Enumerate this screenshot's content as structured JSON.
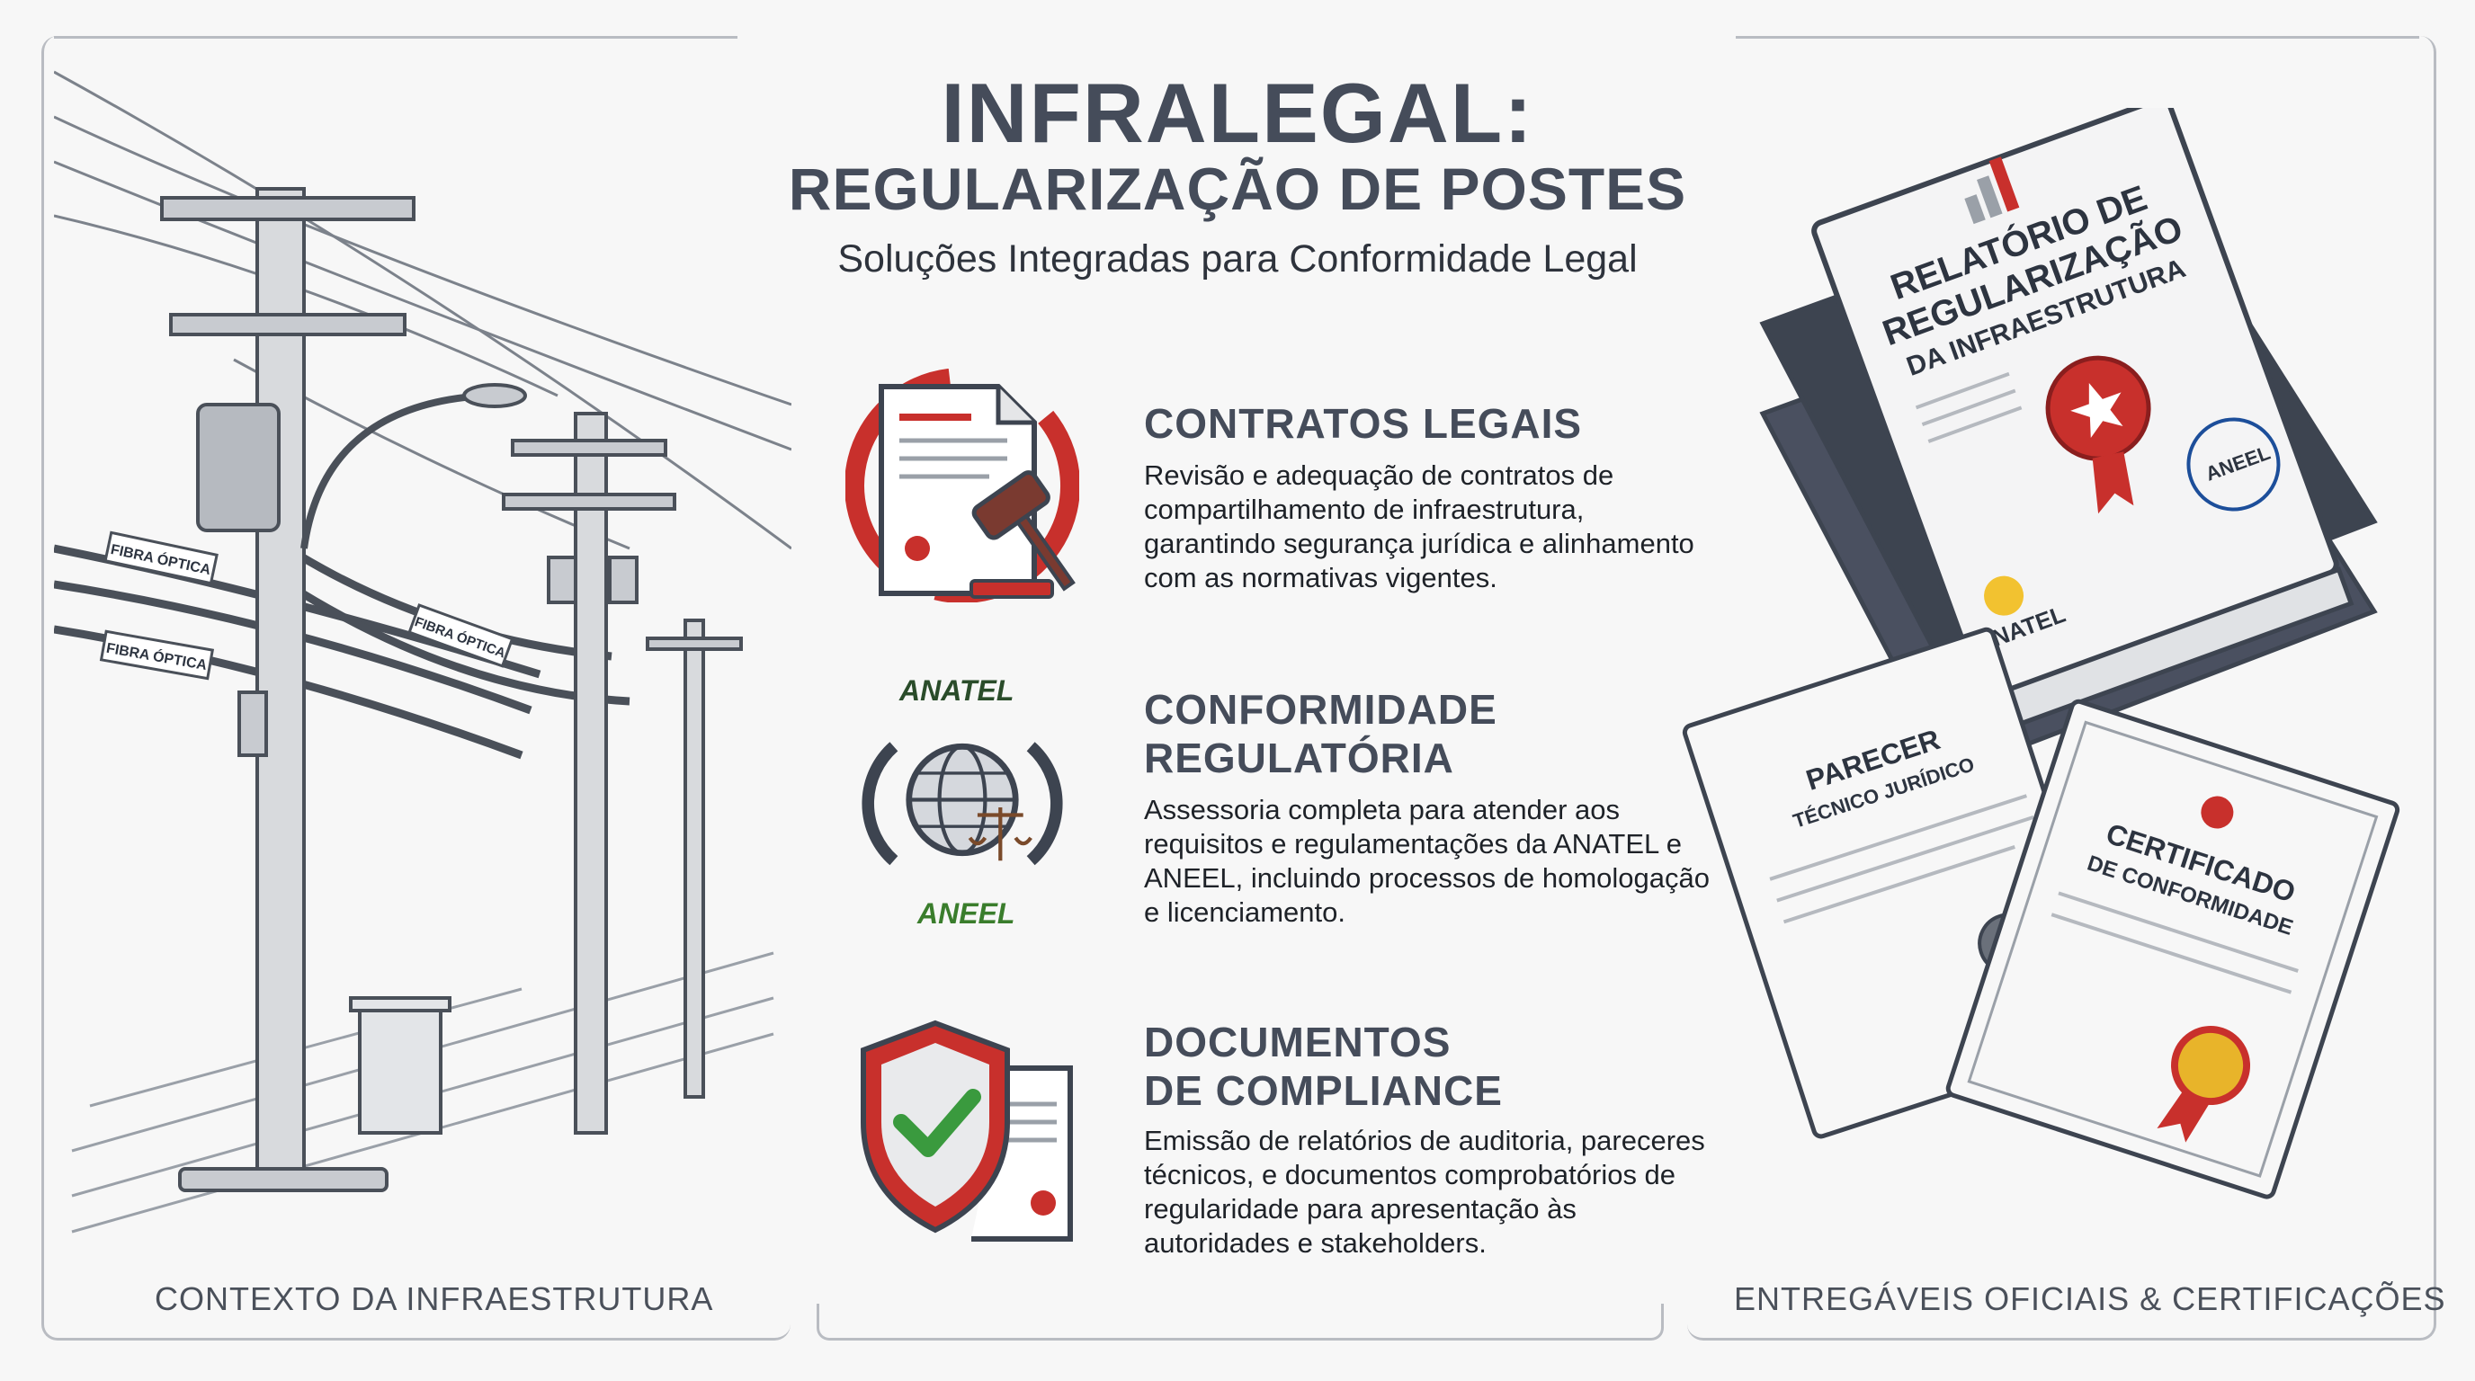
{
  "header": {
    "title": "INFRALEGAL:",
    "title_line2": "REGULARIZAÇÃO DE POSTES",
    "subtitle": "Soluções Integradas para Conformidade Legal"
  },
  "sections": [
    {
      "title": "CONTRATOS LEGAIS",
      "body": "Revisão e adequação de contratos de compartilhamento de infraestrutura, garantindo segurança jurídica e alinhamento com as normativas vigentes.",
      "icon": "contract-gavel-icon"
    },
    {
      "title_line1": "CONFORMIDADE",
      "title_line2": "REGULATÓRIA",
      "body": "Assessoria completa para atender aos requisitos e regulamentações da ANATEL e ANEEL, incluindo processos de homologação e licenciamento.",
      "icon": "globe-scales-icon",
      "logo_top": "ANATEL",
      "logo_bottom": "ANEEL"
    },
    {
      "title_line1": "DOCUMENTOS",
      "title_line2": "DE COMPLIANCE",
      "body": "Emissão de relatórios de auditoria, pareceres técnicos, e documentos comprobatórios de regularidade para apresentação às autoridades e stakeholders.",
      "icon": "shield-check-icon"
    }
  ],
  "left_panel": {
    "caption": "CONTEXTO DA INFRAESTRUTURA",
    "cable_labels": [
      "FIBRA ÓPTICA",
      "FIBRA ÓPTICA",
      "FIBRA ÓPTICA"
    ]
  },
  "right_panel": {
    "caption": "ENTREGÁVEIS OFICIAIS & CERTIFICAÇÕES",
    "report": {
      "line1": "RELATÓRIO DE",
      "line2": "REGULARIZAÇÃO",
      "line3": "DA INFRAESTRUTURA",
      "logo1": "ANATEL",
      "logo2": "ANEEL"
    },
    "parecer": {
      "line1": "PARECER",
      "line2": "TÉCNICO JURÍDICO"
    },
    "certificado": {
      "line1": "CERTIFICADO",
      "line2": "DE CONFORMIDADE"
    }
  },
  "colors": {
    "accent_red": "#c8302c",
    "dark_gray": "#454c5a",
    "check_green": "#3a9a3e",
    "anatel_yellow": "#f2c230",
    "anatel_blue": "#1c4e9a",
    "aneel_green": "#3a7d2c"
  }
}
